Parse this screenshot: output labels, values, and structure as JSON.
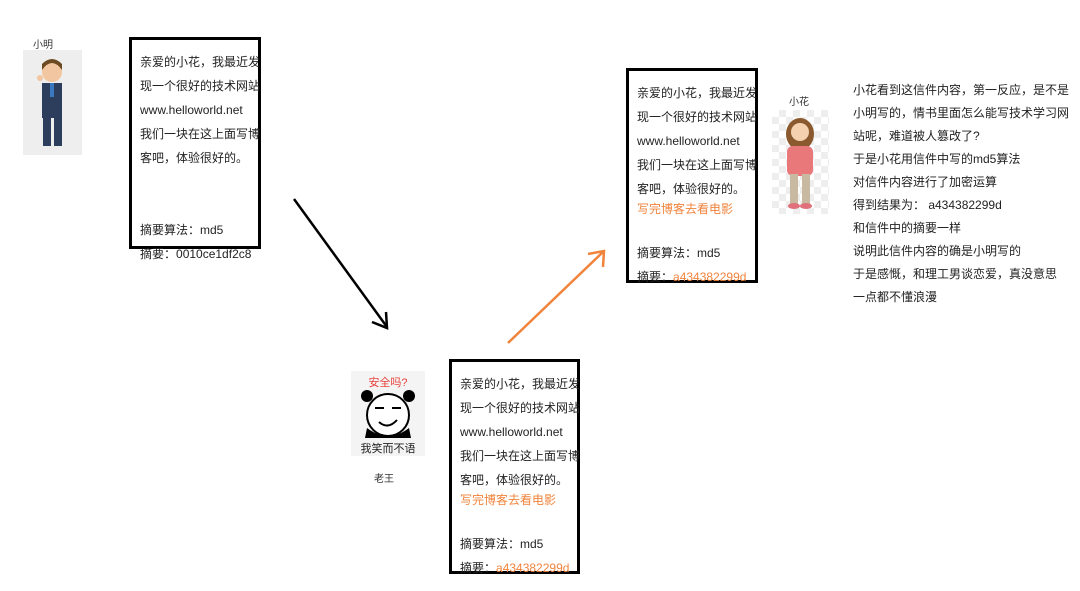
{
  "people": {
    "xiaoming": "小明",
    "laowang": "老王",
    "xiaohua": "小花"
  },
  "meme": {
    "top": "安全吗?",
    "bottom": "我笑而不语"
  },
  "original_letter": {
    "lines": [
      "亲爱的小花，我最近发",
      "现一个很好的技术网站",
      "www.helloworld.net",
      "我们一块在这上面写博",
      "客吧，体验很好的。"
    ],
    "algo": "摘要算法：md5",
    "digest_label": "摘要：",
    "digest": "0010ce1df2c8"
  },
  "tampered_letter": {
    "lines": [
      "亲爱的小花，我最近发",
      "现一个很好的技术网站",
      "www.helloworld.net",
      "我们一块在这上面写博",
      "客吧，体验很好的。"
    ],
    "added": "写完博客去看电影",
    "algo": "摘要算法：md5",
    "digest_label": "摘要：",
    "digest": "a434382299d"
  },
  "received_letter": {
    "lines": [
      "亲爱的小花，我最近发",
      "现一个很好的技术网站",
      "www.helloworld.net",
      "我们一块在这上面写博",
      "客吧，体验很好的。"
    ],
    "added": "写完博客去看电影",
    "algo": "摘要算法：md5",
    "digest_label": "摘要：",
    "digest": "a434382299d"
  },
  "note_lines": [
    "小花看到这信件内容，第一反应，是不是",
    "小明写的，情书里面怎么能写技术学习网",
    "站呢，难道被人篡改了?",
    "于是小花用信件中写的md5算法",
    "对信件内容进行了加密运算",
    "得到结果为：  a434382299d",
    "和信件中的摘要一样",
    "说明此信件内容的确是小明写的",
    "于是感慨，和理工男谈恋爱，真没意思",
    "一点都不懂浪漫"
  ],
  "colors": {
    "highlight": "#f0843c",
    "arrow_black": "#000000",
    "arrow_orange": "#f0843c"
  }
}
